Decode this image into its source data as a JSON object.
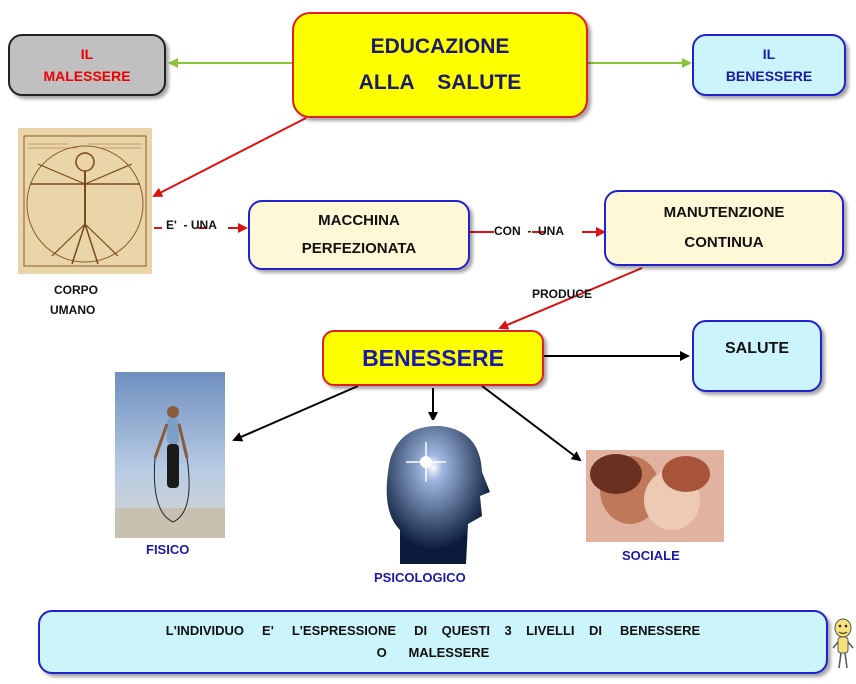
{
  "colors": {
    "yellow": "#ffff00",
    "cream": "#fff8d6",
    "cyan": "#ccf5fb",
    "grey": "#c0c0c0",
    "node_border_red": "#e02020",
    "node_border_blue": "#2222cc",
    "arrow_red": "#dd1111",
    "arrow_green": "#88c43c",
    "arrow_black": "#000000",
    "text_blue": "#1a1aaa",
    "text_red": "#ee0000"
  },
  "nodes": {
    "root_line1": "EDUCAZIONE",
    "root_line2": "ALLA    SALUTE",
    "malessere_line1": "IL",
    "malessere_line2": "MALESSERE",
    "benessere_top_line1": "IL",
    "benessere_top_line2": "BENESSERE",
    "macchina_line1": "MACCHINA",
    "macchina_line2": "PERFEZIONATA",
    "manutenzione_line1": "MANUTENZIONE",
    "manutenzione_line2": "CONTINUA",
    "benessere": "BENESSERE",
    "salute": "SALUTE",
    "footer_line1": "L'INDIVIDUO     E'     L'ESPRESSIONE     DI    QUESTI    3    LIVELLI    DI     BENESSERE",
    "footer_line2": "O      MALESSERE"
  },
  "links": {
    "e_una": "E'  - UNA",
    "con_una": "CON  -  UNA",
    "produce": "PRODUCE"
  },
  "captions": {
    "corpo_line1": "CORPO",
    "corpo_line2": "UMANO",
    "fisico": "FISICO",
    "psicologico": "PSICOLOGICO",
    "sociale": "SOCIALE"
  },
  "icons": {
    "vitruvian": "vitruvian-man-image",
    "jumper": "jump-rope-athlete-image",
    "head": "glowing-head-image",
    "family": "family-photo-image",
    "mascot": "cartoon-mascot-icon"
  }
}
